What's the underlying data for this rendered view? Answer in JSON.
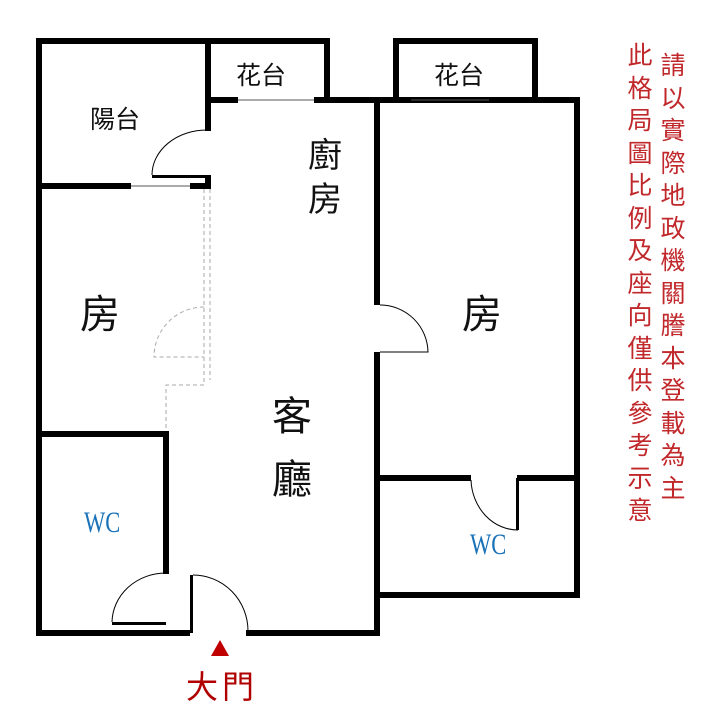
{
  "rooms": {
    "planter_left": "花台",
    "planter_right": "花台",
    "balcony": "陽台",
    "kitchen": "廚\n房",
    "kitchen_1": "廚",
    "kitchen_2": "房",
    "bedroom_left": "房",
    "bedroom_right": "房",
    "living_1": "客",
    "living_2": "廳",
    "wc_left": "WC",
    "wc_right": "WC"
  },
  "entrance_label": "大門",
  "disclaimer": {
    "line1": "請以實際地政機關謄本登載為主",
    "line2": "此格局圖比例及座向僅供參考示意"
  },
  "colors": {
    "wall": "#000000",
    "disclaimer": "#c0282b",
    "wc": "#1a72b8",
    "entrance_marker": "#c00000"
  }
}
